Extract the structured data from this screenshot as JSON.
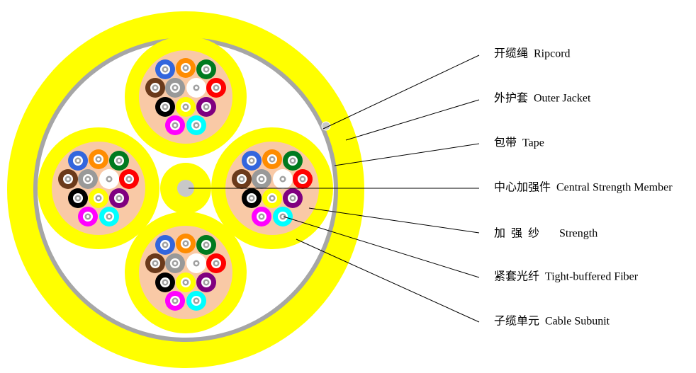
{
  "colors": {
    "jacket": "#ffff00",
    "tape": "#a6a6a6",
    "interior": "#ffffff",
    "subunit_jacket": "#ffff00",
    "subunit_core": "#f9c9a6",
    "csm_ring": "#ffff00",
    "csm_core": "#c8c8c8",
    "ripcord": "#c8c8c8",
    "fiber_ring": "#ffffff",
    "fiber_core": "#a0a0a0"
  },
  "fiber_colors": [
    {
      "name": "blue",
      "hex": "#3366dd"
    },
    {
      "name": "orange",
      "hex": "#ff8c00"
    },
    {
      "name": "green",
      "hex": "#007a1f"
    },
    {
      "name": "brown",
      "hex": "#6b3a1b"
    },
    {
      "name": "slate",
      "hex": "#999999"
    },
    {
      "name": "white",
      "hex": "#ffffff"
    },
    {
      "name": "red",
      "hex": "#ff0000"
    },
    {
      "name": "black",
      "hex": "#000000"
    },
    {
      "name": "yellow",
      "hex": "#ffff00"
    },
    {
      "name": "violet",
      "hex": "#800080"
    },
    {
      "name": "rose",
      "hex": "#ff00ff"
    },
    {
      "name": "aqua",
      "hex": "#00ffff"
    }
  ],
  "labels": [
    {
      "key": "ripcord",
      "text": "开缆绳  Ripcord"
    },
    {
      "key": "outer-jacket",
      "text": "外护套  Outer Jacket"
    },
    {
      "key": "tape",
      "text": "包带  Tape"
    },
    {
      "key": "central-strength-member",
      "text": "中心加强件  Central Strength Member"
    },
    {
      "key": "strength",
      "text": "加  强  纱       Strength"
    },
    {
      "key": "tight-buffered-fiber",
      "text": "紧套光纤  Tight-buffered Fiber"
    },
    {
      "key": "cable-subunit",
      "text": "子缆单元  Cable Subunit"
    }
  ]
}
